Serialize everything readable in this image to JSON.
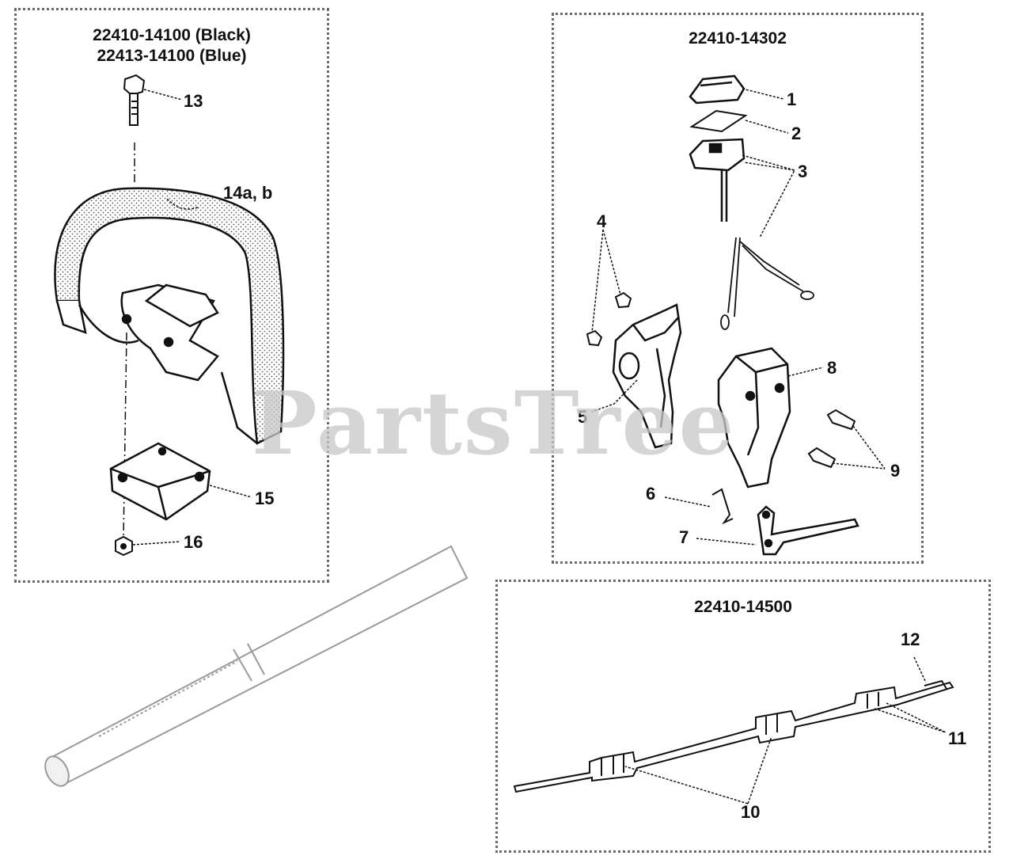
{
  "panels": {
    "left": {
      "title_line1": "22410-14100 (Black)",
      "title_line2": "22413-14100 (Blue)"
    },
    "right": {
      "title": "22410-14302"
    },
    "bottom": {
      "title": "22410-14500"
    }
  },
  "callouts": {
    "c1": "1",
    "c2": "2",
    "c3": "3",
    "c4": "4",
    "c5": "5",
    "c6": "6",
    "c7": "7",
    "c8": "8",
    "c9": "9",
    "c10": "10",
    "c11": "11",
    "c12": "12",
    "c13": "13",
    "c14": "14a, b",
    "c15": "15",
    "c16": "16"
  },
  "watermark": "PartsTree",
  "colors": {
    "line": "#111111",
    "panel_border": "#6b6b6b",
    "watermark": "#c8c8c8"
  }
}
